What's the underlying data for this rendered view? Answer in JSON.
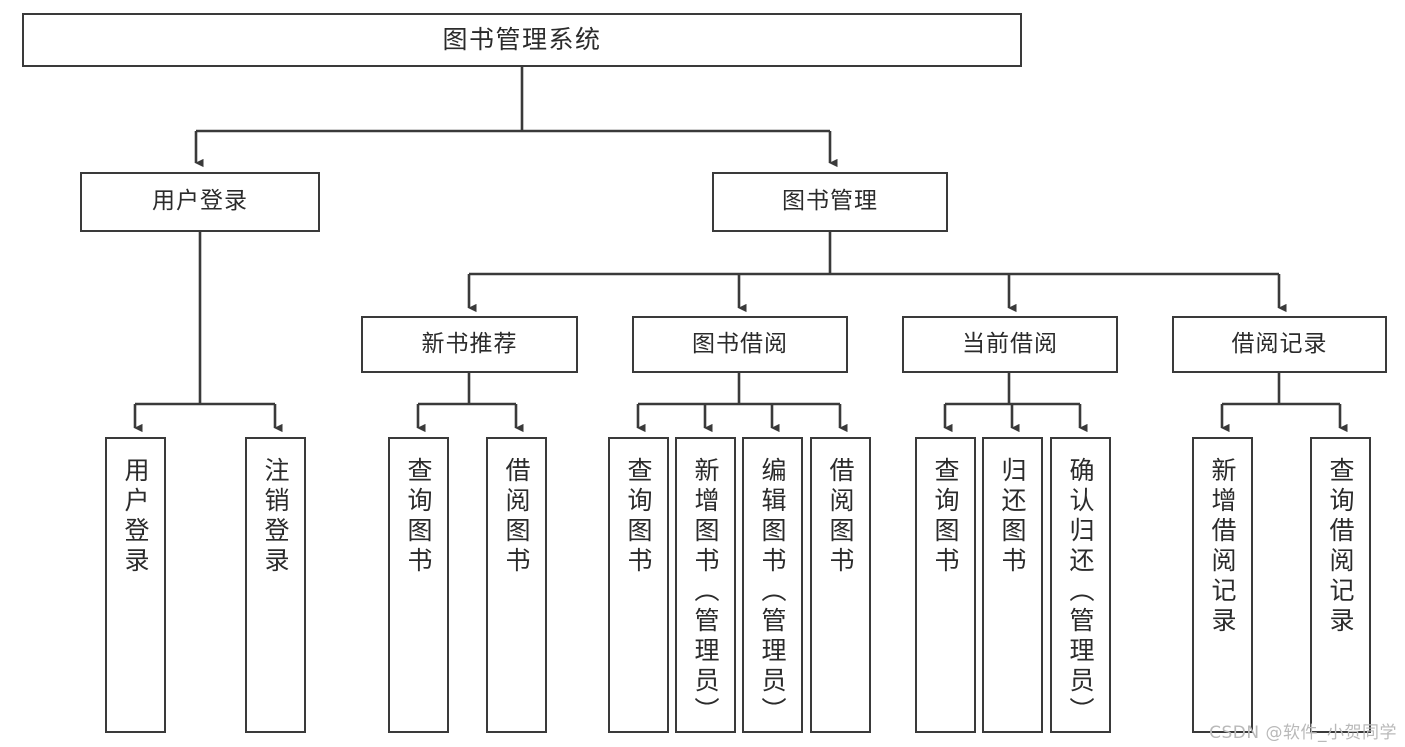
{
  "diagram": {
    "kind": "tree-structure-chart",
    "title": "图书管理系统",
    "watermark": "CSDN @软件_小贺同学",
    "colors": {
      "box_border": "#3a3a3a",
      "box_fill": "#ffffff",
      "connector": "#3a3a3a",
      "text": "#2b2b2b",
      "watermark": "#b9b9b9",
      "background": "#ffffff"
    },
    "levels": {
      "level1": [
        "图书管理系统"
      ],
      "level2": [
        "用户登录",
        "图书管理"
      ],
      "level3": [
        "新书推荐",
        "图书借阅",
        "当前借阅",
        "借阅记录"
      ],
      "level4": [
        "用户登录",
        "注销登录",
        "查询图书",
        "借阅图书",
        "查询图书",
        "新增图书（管理员）",
        "编辑图书（管理员）",
        "借阅图书",
        "查询图书",
        "归还图书",
        "确认归还（管理员）",
        "新增借阅记录",
        "查询借阅记录"
      ]
    },
    "nodes": {
      "root": {
        "label": "图书管理系统"
      },
      "user_login": {
        "label": "用户登录"
      },
      "book_manage": {
        "label": "图书管理"
      },
      "new_book_rec": {
        "label": "新书推荐"
      },
      "book_borrow": {
        "label": "图书借阅"
      },
      "current_borrow": {
        "label": "当前借阅"
      },
      "borrow_record": {
        "label": "借阅记录"
      },
      "leaf_user_login": {
        "label": "用户登录"
      },
      "leaf_logout": {
        "label": "注销登录"
      },
      "leaf_nb_query": {
        "label": "查询图书"
      },
      "leaf_nb_borrow": {
        "label": "借阅图书"
      },
      "leaf_bb_query": {
        "label": "查询图书"
      },
      "leaf_bb_add": {
        "label": "新增图书（管理员）"
      },
      "leaf_bb_edit": {
        "label": "编辑图书（管理员）"
      },
      "leaf_bb_borrow": {
        "label": "借阅图书"
      },
      "leaf_cb_query": {
        "label": "查询图书"
      },
      "leaf_cb_return": {
        "label": "归还图书"
      },
      "leaf_cb_confirm": {
        "label": "确认归还（管理员）"
      },
      "leaf_br_add": {
        "label": "新增借阅记录"
      },
      "leaf_br_query": {
        "label": "查询借阅记录"
      }
    }
  }
}
